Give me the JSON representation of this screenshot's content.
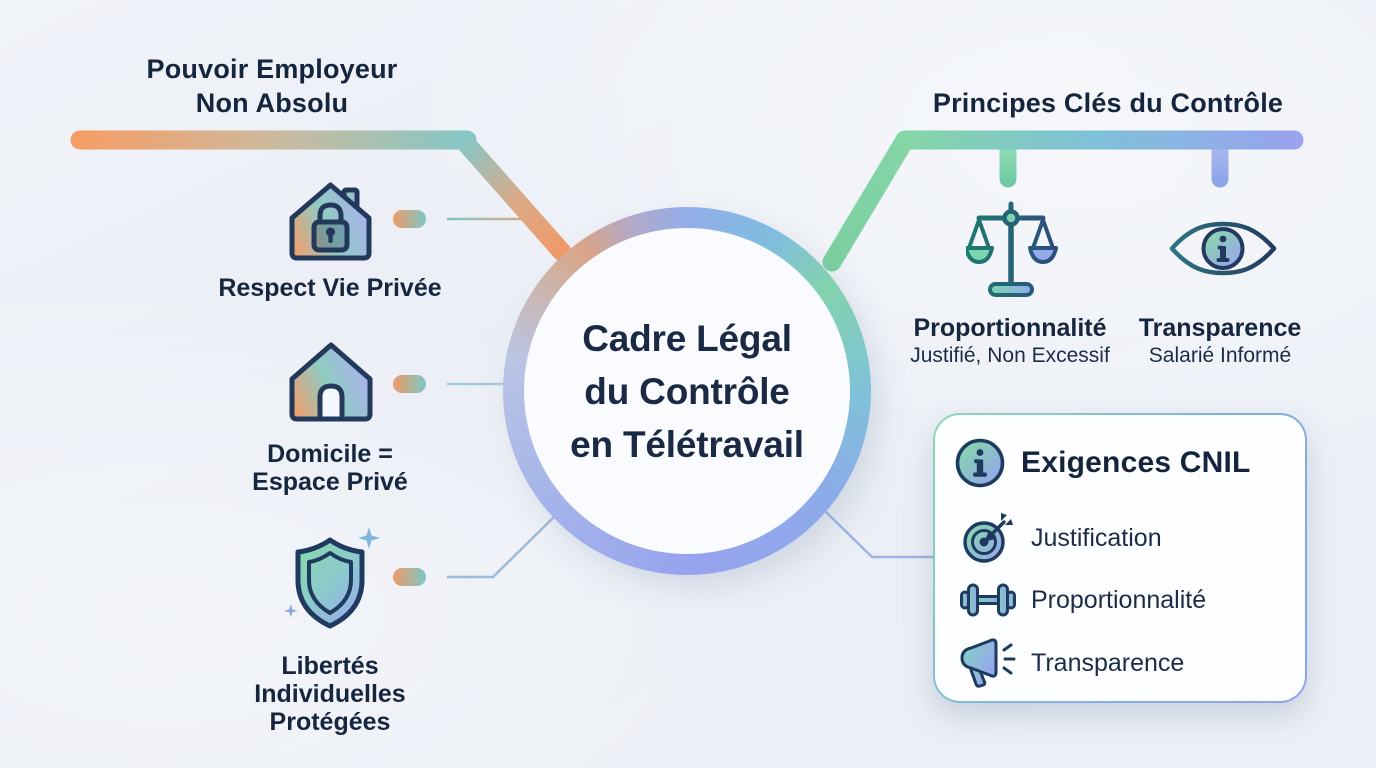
{
  "colors": {
    "background": "#edf0f6",
    "ink": "#15253e",
    "outline_navy": "#1e3a5e",
    "orange": "#f09a68",
    "teal": "#7cc7c5",
    "green": "#83d5a8",
    "periwinkle": "#98a3ee",
    "thin_line_blue": "#a0bcd8"
  },
  "left_branch": {
    "heading_line1": "Pouvoir Employeur",
    "heading_line2": "Non Absolu",
    "items": [
      {
        "icon": "house-lock-icon",
        "label": "Respect Vie Privée"
      },
      {
        "icon": "house-icon",
        "label_line1": "Domicile =",
        "label_line2": "Espace Privé"
      },
      {
        "icon": "shield-sparkle-icon",
        "label_line1": "Libertés Individuelles",
        "label_line2": "Protégées"
      }
    ]
  },
  "center": {
    "title_line1": "Cadre Légal",
    "title_line2": "du Contrôle",
    "title_line3": "en Télétravail"
  },
  "right_branch": {
    "heading": "Principes Clés du Contrôle",
    "items": [
      {
        "icon": "scales-icon",
        "label": "Proportionnalité",
        "sublabel": "Justifié, Non Excessif"
      },
      {
        "icon": "eye-info-icon",
        "label": "Transparence",
        "sublabel": "Salarié Informé"
      }
    ]
  },
  "cnil_card": {
    "icon": "info-circle-icon",
    "title": "Exigences CNIL",
    "items": [
      {
        "icon": "target-icon",
        "label": "Justification"
      },
      {
        "icon": "dumbbell-icon",
        "label": "Proportionnalité"
      },
      {
        "icon": "megaphone-icon",
        "label": "Transparence"
      }
    ]
  }
}
